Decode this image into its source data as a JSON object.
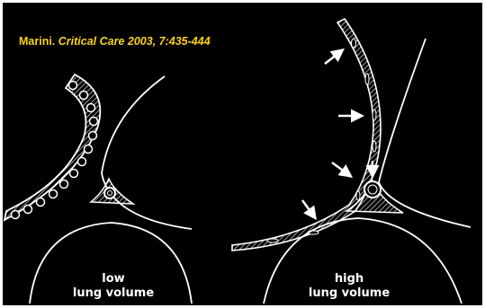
{
  "citation": {
    "author": "Marini.",
    "journal": "Critical Care 2003, 7:435-444"
  },
  "panels": [
    {
      "label_line1": "low",
      "label_line2": "lung volume"
    },
    {
      "label_line1": "high",
      "label_line2": "lung volume"
    }
  ],
  "colors": {
    "background": "#000000",
    "citation_text": "#ffd400",
    "line_art": "#ffffff"
  },
  "icons": [
    "arrow-icon"
  ]
}
